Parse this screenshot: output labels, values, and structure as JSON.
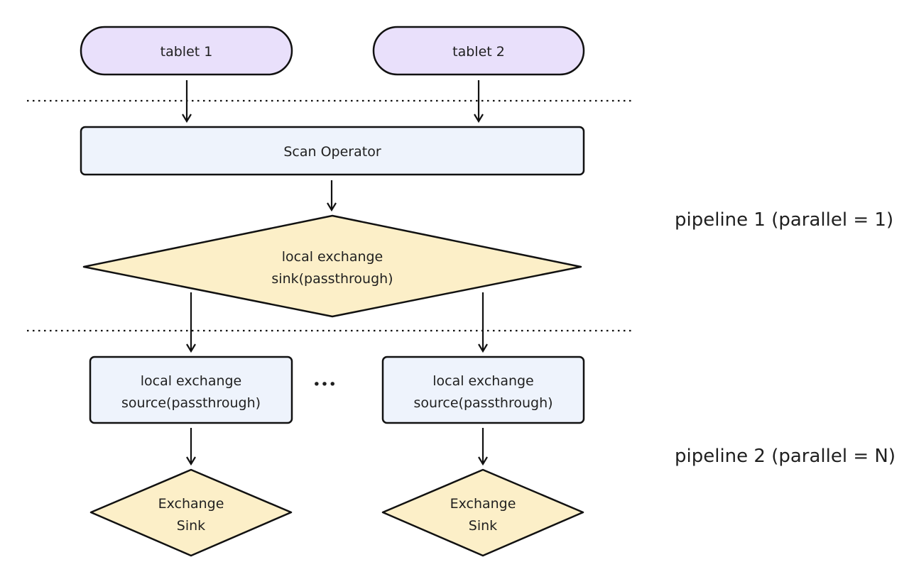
{
  "nodes": {
    "tablet_1": "tablet 1",
    "tablet_2": "tablet 2",
    "scan_operator": "Scan Operator",
    "local_exchange_sink": [
      "local exchange",
      "sink(passthrough)"
    ],
    "local_exchange_source_1": [
      "local exchange",
      "source(passthrough)"
    ],
    "local_exchange_source_2": [
      "local exchange",
      "source(passthrough)"
    ],
    "ellipsis": "•••",
    "exchange_sink_1": [
      "Exchange",
      "Sink"
    ],
    "exchange_sink_2": [
      "Exchange",
      "Sink"
    ]
  },
  "labels": {
    "pipeline_1": "pipeline 1 (parallel = 1)",
    "pipeline_2": "pipeline 2 (parallel = N)"
  },
  "colors": {
    "tablet_fill": "#e9e0fb",
    "operator_fill": "#eef3fc",
    "diamond_fill": "#fcefc8",
    "stroke": "#111111"
  }
}
